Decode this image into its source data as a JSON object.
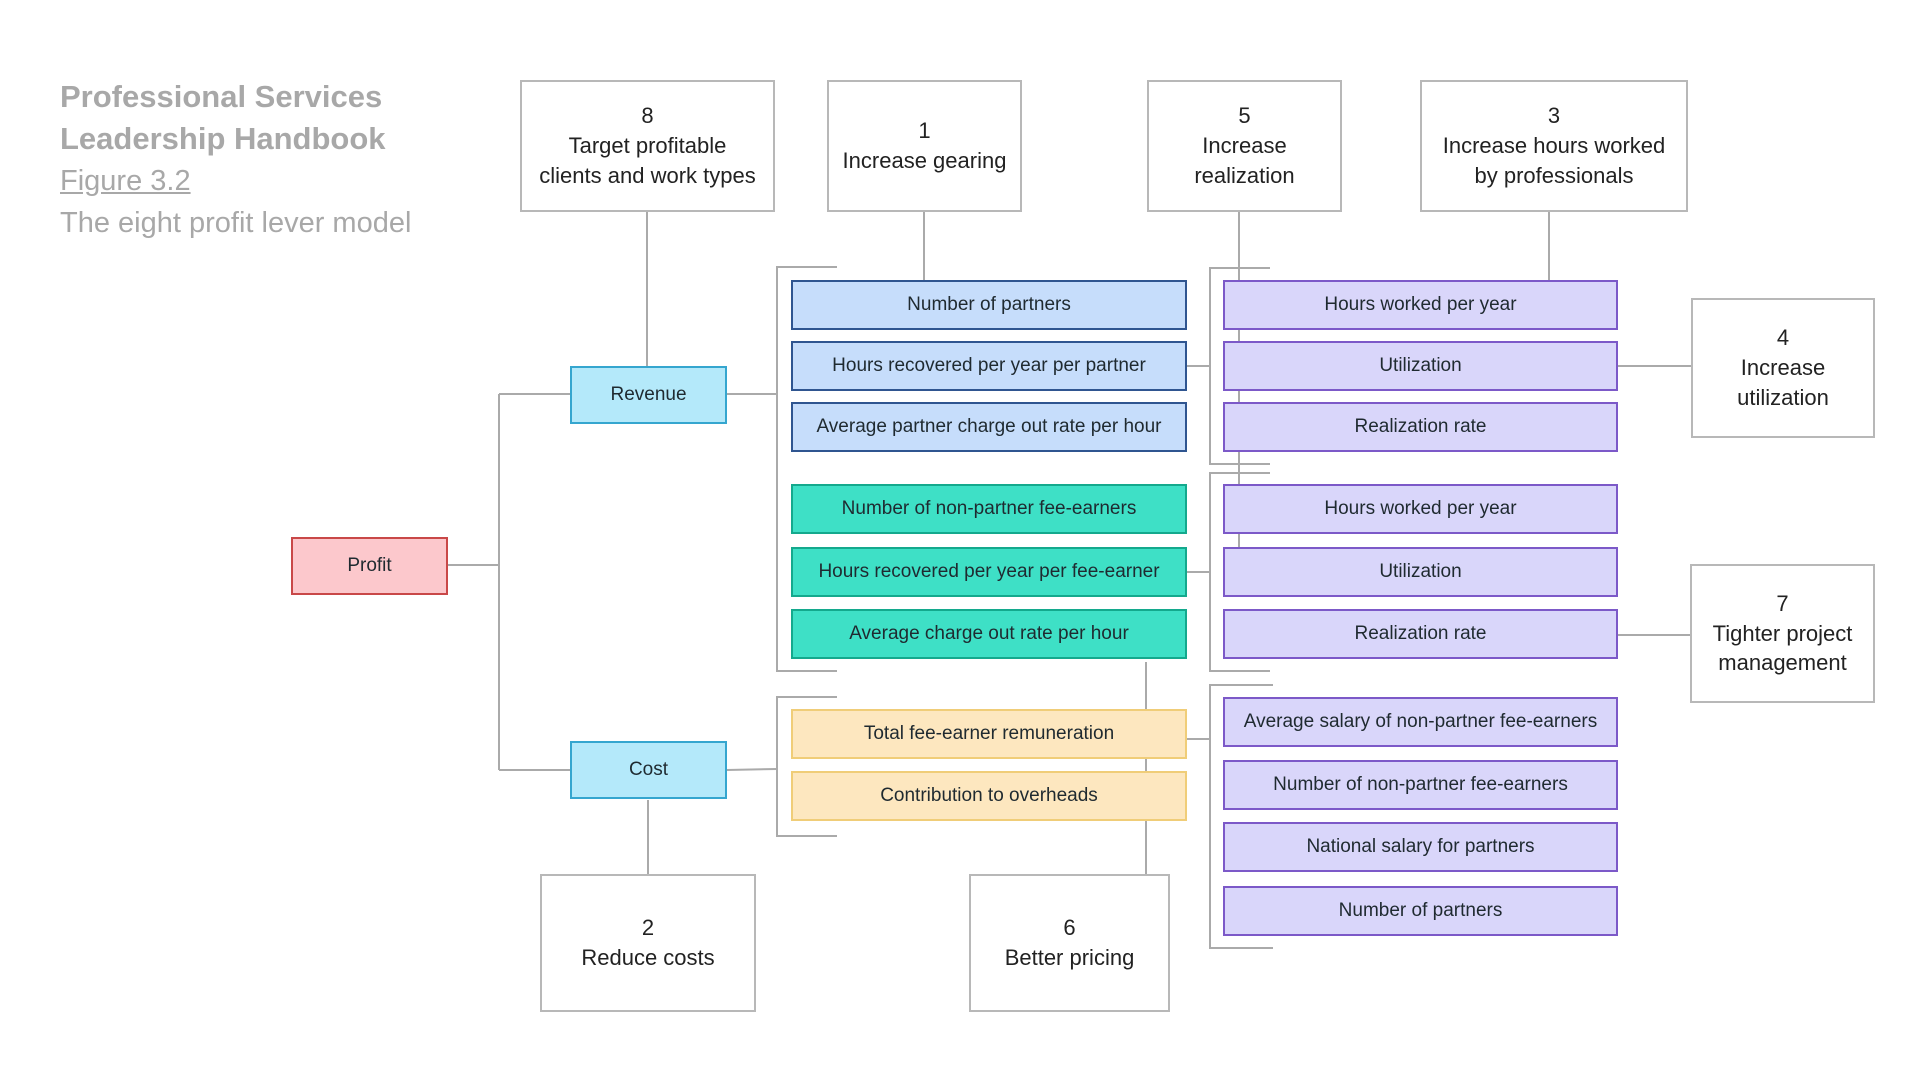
{
  "header": {
    "title_line1": "Professional Services",
    "title_line2": "Leadership Handbook",
    "figure": "Figure 3.2",
    "subtitle": "The eight profit lever model"
  },
  "nodes": {
    "profit": "Profit",
    "revenue": "Revenue",
    "cost": "Cost",
    "partners": [
      "Number of partners",
      "Hours recovered per year per partner",
      "Average partner charge out rate per hour"
    ],
    "fee_earners": [
      "Number of non-partner fee-earners",
      "Hours recovered per year per fee-earner",
      "Average charge out rate per hour"
    ],
    "costs": [
      "Total fee-earner remuneration",
      "Contribution to overheads"
    ],
    "partner_hours": [
      "Hours worked per year",
      "Utilization",
      "Realization rate"
    ],
    "fee_earner_hours": [
      "Hours worked per year",
      "Utilization",
      "Realization rate"
    ],
    "remuneration": [
      "Average salary of non-partner fee-earners",
      "Number of non-partner fee-earners",
      "National salary for partners",
      "Number of partners"
    ]
  },
  "levers": [
    {
      "num": "1",
      "text": [
        "Increase gearing"
      ]
    },
    {
      "num": "2",
      "text": [
        "Reduce costs"
      ]
    },
    {
      "num": "3",
      "text": [
        "Increase hours worked",
        "by professionals"
      ]
    },
    {
      "num": "4",
      "text": [
        "Increase",
        "utilization"
      ]
    },
    {
      "num": "5",
      "text": [
        "Increase",
        "realization"
      ]
    },
    {
      "num": "6",
      "text": [
        "Better pricing"
      ]
    },
    {
      "num": "7",
      "text": [
        "Tighter project",
        "management"
      ]
    },
    {
      "num": "8",
      "text": [
        "Target profitable",
        "clients and work types"
      ]
    }
  ],
  "colors": {
    "profit": "#fcc8cc",
    "revenue_cost": "#b4e9fa",
    "partners": "#c6ddfb",
    "fee_earners": "#3ee0c6",
    "costs": "#fde7bf",
    "drivers": "#d9d6fa",
    "connector": "#aaaaaa"
  }
}
